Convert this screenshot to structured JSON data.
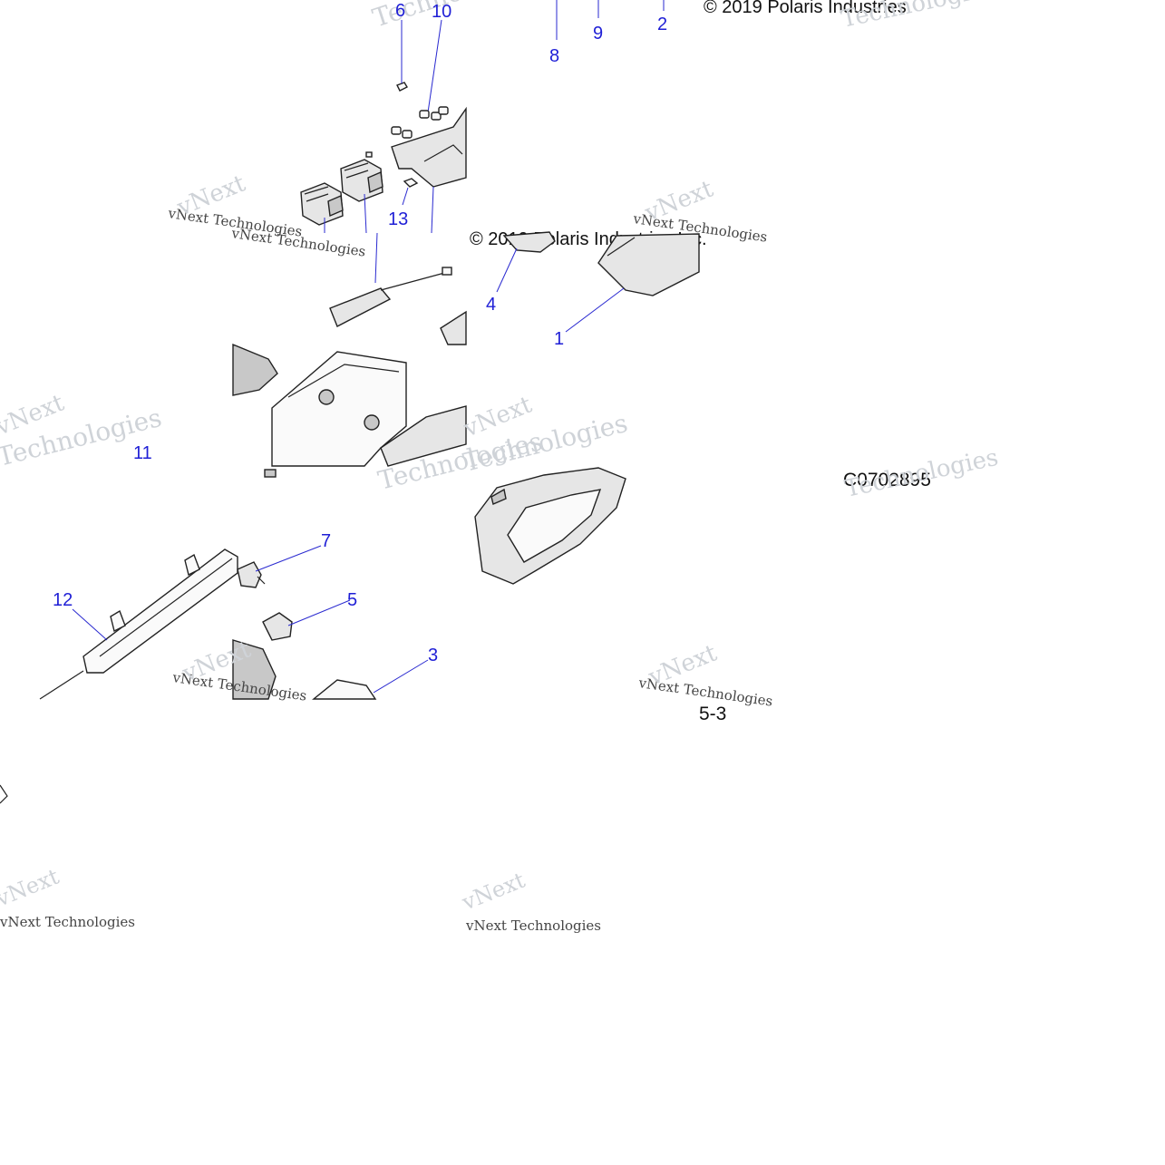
{
  "copyright": "© 2019 Polaris Industries",
  "copyright_fragment": "© 2019 Polaris Industries Inc.",
  "drawing_code": "C0702895",
  "page_fragment": "5-3",
  "watermarks": {
    "brand_top": "vNext",
    "brand_bottom": "Technologies",
    "small": "vNext Technologies"
  },
  "callouts": [
    "1",
    "2",
    "3",
    "4",
    "5",
    "6",
    "7",
    "8",
    "9",
    "10",
    "11",
    "12",
    "13"
  ]
}
